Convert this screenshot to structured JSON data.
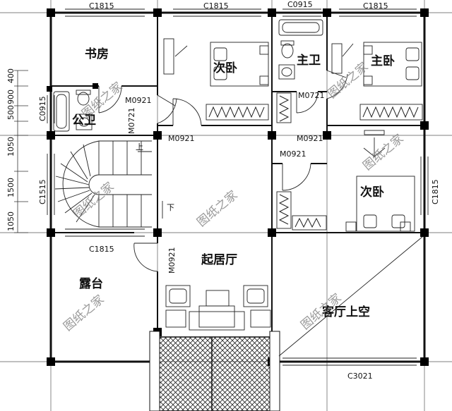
{
  "rooms": {
    "study": "书房",
    "bedroom_mid": "次卧",
    "master_bath": "主卫",
    "master_bed": "主卧",
    "public_wc": "公卫",
    "bedroom_right": "次卧",
    "living": "起居厅",
    "terrace": "露台",
    "void": "客厅上空"
  },
  "window_tags": {
    "top_left": "C1815",
    "top_mid": "C1815",
    "top_bath": "C0915",
    "top_right": "C1815",
    "left_wc": "C0915",
    "left_stair": "C1515",
    "right_side": "C1815",
    "terrace_top": "C1815",
    "bottom_right": "C3021"
  },
  "door_tags": {
    "study_door": "M0921",
    "wc_door": "M0721",
    "bed_mid_door": "M0921",
    "bath_door": "M0721",
    "master_door": "M0921",
    "bed_right_door": "M0921",
    "living_door": "M0921"
  },
  "dims": {
    "d1": "400",
    "d2": "900",
    "d3": "500",
    "d4": "1050",
    "d5": "1500",
    "d6": "1050"
  },
  "stair": {
    "up": "上",
    "down": "下"
  },
  "watermarks": [
    "图纸之家",
    "图纸之家",
    "图纸之家",
    "图纸之家",
    "图纸之家",
    "图纸之家",
    "图纸之家"
  ]
}
